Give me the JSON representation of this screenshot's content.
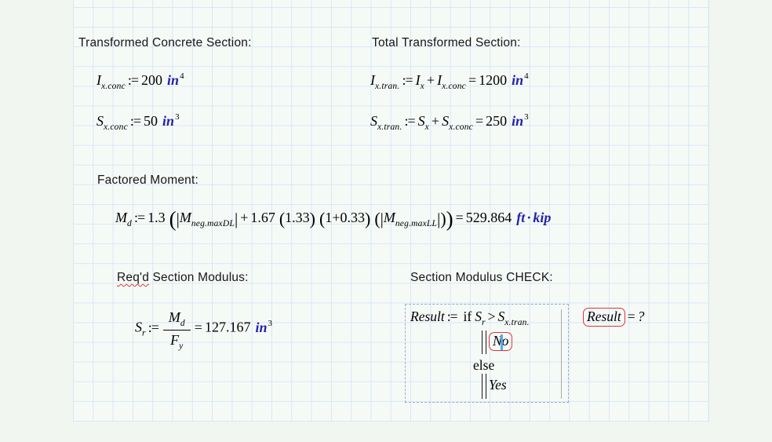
{
  "headings": {
    "transformed_concrete": "Transformed Concrete Section:",
    "total_transformed": "Total Transformed Section:",
    "factored_moment": "Factored Moment:",
    "reqd_word": "Req'd",
    "reqd_rest": " Section Modulus:",
    "section_check": "Section Modulus CHECK:"
  },
  "math": {
    "assign_op": ":=",
    "eq": "=",
    "plus": "+",
    "lp": "(",
    "rp": ")",
    "bar": "|",
    "ix_conc": {
      "v": "I",
      "sub": "x.conc",
      "val": "200",
      "unit": "in",
      "exp": "4"
    },
    "sx_conc": {
      "v": "S",
      "sub": "x.conc",
      "val": "50",
      "unit": "in",
      "exp": "3"
    },
    "ix_tran": {
      "v": "I",
      "sub": "x.tran.",
      "a": "I",
      "a_sub": "x",
      "b": "I",
      "b_sub": "x.conc",
      "val": "1200",
      "unit": "in",
      "exp": "4"
    },
    "sx_tran": {
      "v": "S",
      "sub": "x.tran.",
      "a": "S",
      "a_sub": "x",
      "b": "S",
      "b_sub": "x.conc",
      "val": "250",
      "unit": "in",
      "exp": "3"
    },
    "md": {
      "v": "M",
      "sub": "d",
      "c1": "1.3",
      "abs1": "M",
      "abs1_sub": "neg.maxDL",
      "c2": "1.67",
      "g1": "1.33",
      "g2": "1+0.33",
      "abs2": "M",
      "abs2_sub": "neg.maxLL",
      "val": "529.864",
      "unit_ft": "ft",
      "dot": "·",
      "unit_kip": "kip"
    },
    "sr": {
      "v": "S",
      "sub": "r",
      "num": "M",
      "num_sub": "d",
      "den": "F",
      "den_sub": "y",
      "val": "127.167",
      "unit": "in",
      "exp": "3"
    }
  },
  "program": {
    "var": "Result",
    "if_kw": "if",
    "cond_l": "S",
    "cond_l_sub": "r",
    "gt": ">",
    "cond_r": "S",
    "cond_r_sub": "x.tran.",
    "then_val": "No",
    "else_kw": "else",
    "else_val": "Yes"
  },
  "query": {
    "var": "Result",
    "eq": "=",
    "q": "?"
  },
  "colors": {
    "unit_blue": "#2222aa",
    "error_red": "#e23535",
    "cursor_blue": "#58a6f0",
    "grid_line": "#d8e7f4",
    "page_bg": "#f6faf7",
    "outside_bg": "#f1f6f1"
  }
}
